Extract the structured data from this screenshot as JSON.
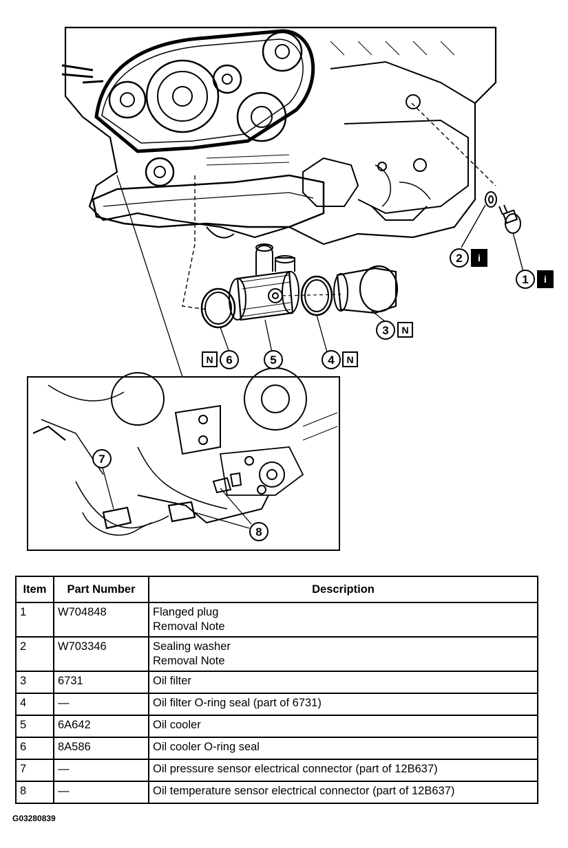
{
  "callouts": [
    {
      "id": "callout-1",
      "number": "1",
      "badge": "i"
    },
    {
      "id": "callout-2",
      "number": "2",
      "badge": "i"
    },
    {
      "id": "callout-3",
      "number": "3",
      "badge": "N"
    },
    {
      "id": "callout-4",
      "number": "4",
      "badge": "N"
    },
    {
      "id": "callout-5",
      "number": "5",
      "badge": ""
    },
    {
      "id": "callout-6",
      "number": "6",
      "badge": "N"
    },
    {
      "id": "callout-7",
      "number": "7",
      "badge": ""
    },
    {
      "id": "callout-8",
      "number": "8",
      "badge": ""
    }
  ],
  "table": {
    "headers": [
      "Item",
      "Part Number",
      "Description"
    ],
    "rows": [
      {
        "item": "1",
        "part": "W704848",
        "desc": [
          "Flanged plug",
          "Removal Note"
        ]
      },
      {
        "item": "2",
        "part": "W703346",
        "desc": [
          "Sealing washer",
          "Removal Note"
        ]
      },
      {
        "item": "3",
        "part": "6731",
        "desc": [
          "Oil filter"
        ]
      },
      {
        "item": "4",
        "part": "—",
        "desc": [
          "Oil filter O-ring seal (part of 6731)"
        ]
      },
      {
        "item": "5",
        "part": "6A642",
        "desc": [
          "Oil cooler"
        ]
      },
      {
        "item": "6",
        "part": "8A586",
        "desc": [
          "Oil cooler O-ring seal"
        ]
      },
      {
        "item": "7",
        "part": "—",
        "desc": [
          "Oil pressure sensor electrical connector (part of 12B637)"
        ]
      },
      {
        "item": "8",
        "part": "—",
        "desc": [
          "Oil temperature sensor electrical connector (part of 12B637)"
        ]
      }
    ]
  },
  "figure_id": "G03280839"
}
